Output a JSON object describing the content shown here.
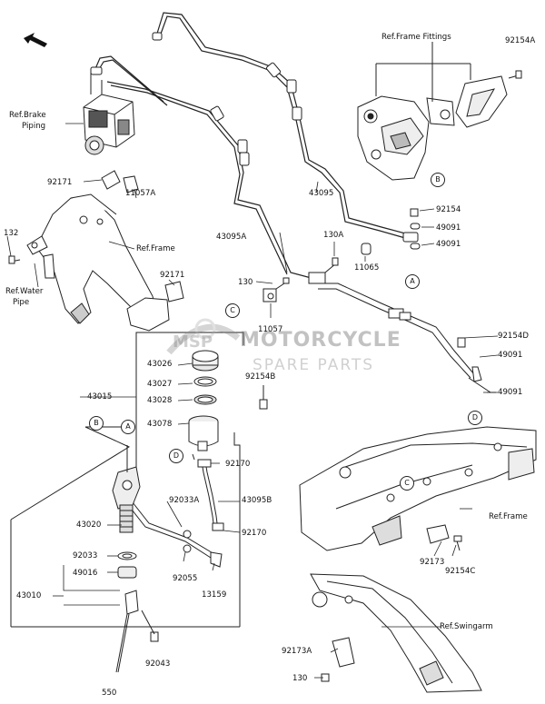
{
  "diagram": {
    "parts": {
      "p92154A": "92154A",
      "p92171a": "92171",
      "p11057A": "11057A",
      "p132": "132",
      "p92171b": "92171",
      "p43095": "43095",
      "p92154": "92154",
      "p49091a": "49091",
      "p49091b": "49091",
      "p43095A": "43095A",
      "p130A": "130A",
      "p11065": "11065",
      "p130a": "130",
      "p11057": "11057",
      "p43026": "43026",
      "p43027": "43027",
      "p43028": "43028",
      "p92154B": "92154B",
      "p43015": "43015",
      "p43078": "43078",
      "p92154D": "92154D",
      "p49091c": "49091",
      "p49091d": "49091",
      "p92170a": "92170",
      "p92033A": "92033A",
      "p43095B": "43095B",
      "p92170b": "92170",
      "p43020": "43020",
      "p92033": "92033",
      "p49016": "49016",
      "p43010": "43010",
      "p92055": "92055",
      "p13159": "13159",
      "p92043": "92043",
      "p550": "550",
      "p92173": "92173",
      "p92154C": "92154C",
      "p92173A": "92173A",
      "p130b": "130"
    },
    "refs": {
      "frame_fittings": "Ref.Frame Fittings",
      "brake_piping_1": "Ref.Brake",
      "brake_piping_2": "Piping",
      "frame1": "Ref.Frame",
      "water_pipe_1": "Ref.Water",
      "water_pipe_2": "Pipe",
      "frame2": "Ref.Frame",
      "swingarm": "Ref.Swingarm"
    },
    "callouts": {
      "A": "A",
      "B": "B",
      "C": "C",
      "D": "D"
    },
    "watermark": {
      "title": "MOTORCYCLE",
      "subtitle": "SPARE PARTS",
      "logo": "MSP"
    }
  }
}
